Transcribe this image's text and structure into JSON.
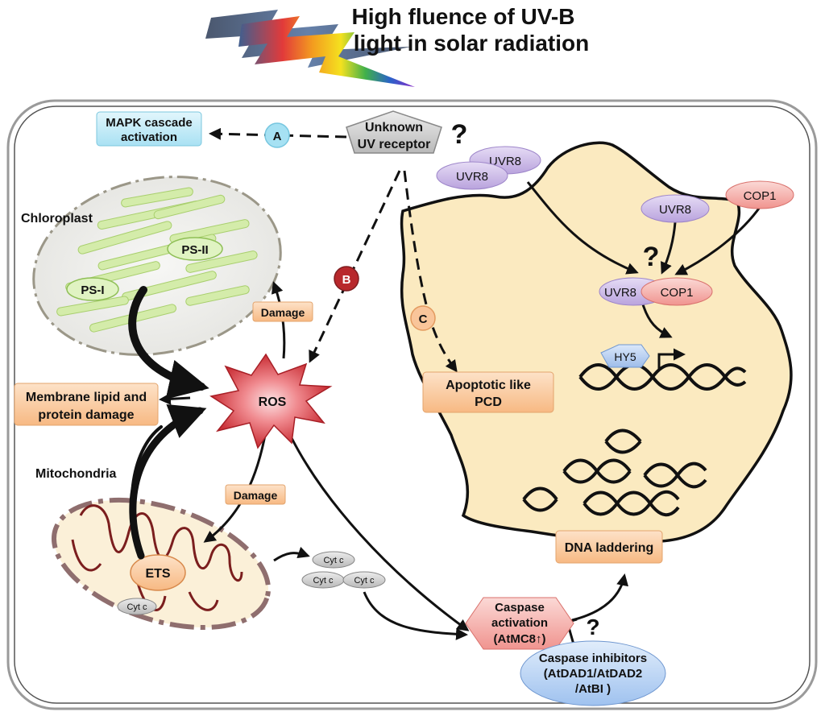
{
  "title": {
    "line1": "High fluence of UV-B",
    "line2": "light in solar radiation"
  },
  "receptor": {
    "line1": "Unknown",
    "line2": "UV receptor",
    "question": "?"
  },
  "pathway_markers": {
    "a": "A",
    "b": "B",
    "c": "C"
  },
  "outcomes": {
    "mapk_line1": "MAPK cascade",
    "mapk_line2": "activation",
    "membrane_line1": "Membrane lipid and",
    "membrane_line2": "protein damage",
    "apoptotic_line1": "Apoptotic like",
    "apoptotic_line2": "PCD",
    "dna_laddering": "DNA laddering"
  },
  "organelles": {
    "chloroplast": "Chloroplast",
    "mitochondria": "Mitochondria",
    "ps1": "PS-I",
    "ps2": "PS-II",
    "ets": "ETS",
    "ros": "ROS"
  },
  "damage_labels": {
    "chloroplast_damage": "Damage",
    "mito_damage": "Damage"
  },
  "nucleus": {
    "uvr8_1": "UVR8",
    "uvr8_2": "UVR8",
    "uvr8_3": "UVR8",
    "uvr8_partial": "UVR8",
    "cop1_free": "COP1",
    "cop1_bound": "COP1",
    "question": "?",
    "hy5": "HY5"
  },
  "cytochrome": {
    "cyt1": "Cyt c",
    "cyt2": "Cyt c",
    "cyt3": "Cyt c",
    "cyt_mito": "Cyt c"
  },
  "caspase": {
    "line1": "Caspase",
    "line2": "activation",
    "line3": "(AtMC8↑)",
    "inhibition_question": "?"
  },
  "inhibitors": {
    "line1": "Caspase inhibitors",
    "line2": "(AtDAD1/AtDAD2",
    "line3": "/AtBI )"
  },
  "colors": {
    "cyan_box": "#bfeaf7",
    "orange_box": "#fbcfa6",
    "nucleus_fill": "#fbeac0",
    "ros_red": "#d63b40",
    "uvr8_purple": "#c9b6e6",
    "cop1_pink": "#f6b3b0",
    "marker_red": "#b8282c",
    "inhibitor_blue": "#bcd6f5"
  }
}
